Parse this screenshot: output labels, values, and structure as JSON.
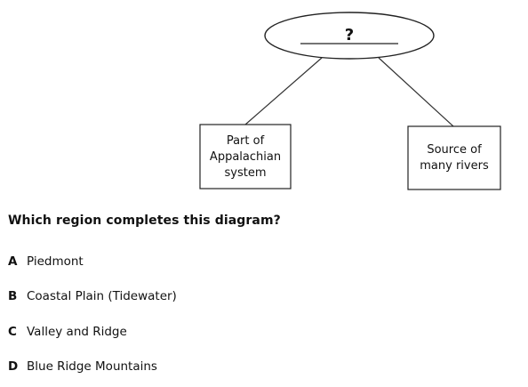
{
  "diagram": {
    "unknown_label": "?",
    "left_box_lines": [
      "Part of",
      "Appalachian",
      "system"
    ],
    "right_box_lines": [
      "Source of",
      "many rivers"
    ]
  },
  "question": "Which region completes this diagram?",
  "choices": [
    {
      "letter": "A",
      "text": "Piedmont"
    },
    {
      "letter": "B",
      "text": "Coastal Plain (Tidewater)"
    },
    {
      "letter": "C",
      "text": "Valley and Ridge"
    },
    {
      "letter": "D",
      "text": "Blue Ridge Mountains"
    }
  ]
}
